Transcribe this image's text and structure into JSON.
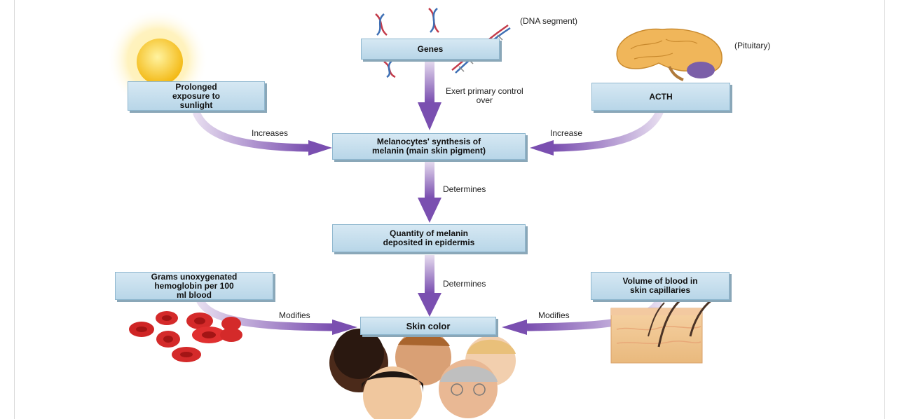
{
  "diagram": {
    "boxes": {
      "genes": "Genes",
      "sunlight": "Prolonged\nexposure to\nsunlight",
      "acth": "ACTH",
      "melanocytes": "Melanocytes' synthesis of\nmelanin (main skin pigment)",
      "quantity": "Quantity of melanin\ndeposited in epidermis",
      "hemoglobin": "Grams unoxygenated\nhemoglobin per 100\nml blood",
      "blood_volume": "Volume of blood in\nskin capillaries",
      "skin_color": "Skin color"
    },
    "labels": {
      "dna": "(DNA segment)",
      "pituitary": "(Pituitary)",
      "exert": "Exert primary control\nover",
      "increases": "Increases",
      "increase": "Increase",
      "determines_1": "Determines",
      "determines_2": "Determines",
      "modifies_left": "Modifies",
      "modifies_right": "Modifies"
    },
    "colors": {
      "arrow": "#8a63b5",
      "box_fill": "#c7dfee",
      "sun": "#f7c623",
      "red_cell": "#d42a2a"
    }
  }
}
